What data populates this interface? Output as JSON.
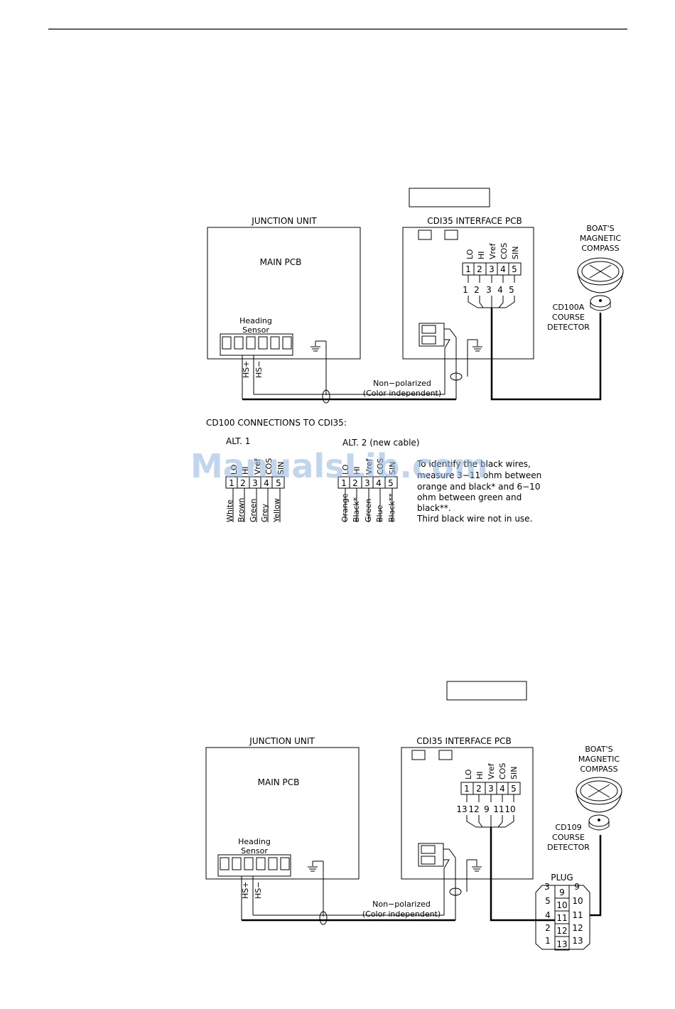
{
  "diagram1": {
    "junction_title": "JUNCTION UNIT",
    "main_pcb": "MAIN PCB",
    "heading": "Heading",
    "sensor": "Sensor",
    "hs_plus": "HS+",
    "hs_minus": "HS−",
    "cdi_title": "CDI35  INTERFACE  PCB",
    "pins": [
      "LO",
      "HI",
      "Vref",
      "COS",
      "SIN"
    ],
    "pin_numbers": [
      "1",
      "2",
      "3",
      "4",
      "5"
    ],
    "wire_numbers": [
      "1",
      "2",
      "3",
      "4",
      "5"
    ],
    "compass_label": [
      "BOAT'S",
      "MAGNETIC",
      "COMPASS"
    ],
    "detector_label": [
      "CD100A",
      "COURSE",
      "DETECTOR"
    ],
    "nonpol_1": "Non−polarized",
    "nonpol_2": "(Color independent)"
  },
  "connections": {
    "title": "CD100  CONNECTIONS  TO  CDI35:",
    "alt1_title": "ALT.  1",
    "alt2_title": "ALT.  2  (new  cable)",
    "pins": [
      "LO",
      "HI",
      "Vref",
      "COS",
      "SIN"
    ],
    "numbers": [
      "1",
      "2",
      "3",
      "4",
      "5"
    ],
    "alt1_colors": [
      "White",
      "Brown",
      "Green",
      "Grey",
      "Yellow"
    ],
    "alt2_colors": [
      "Orange",
      "Black*",
      "Green",
      "Blue",
      "Black**"
    ],
    "note": [
      "To identify the black wires,",
      "measure 3−11 ohm between",
      "orange and black* and 6−10",
      "ohm between green and",
      "black**.",
      "Third black wire not in use."
    ]
  },
  "diagram2": {
    "junction_title": "JUNCTION UNIT",
    "main_pcb": "MAIN PCB",
    "heading": "Heading",
    "sensor": "Sensor",
    "hs_plus": "HS+",
    "hs_minus": "HS−",
    "cdi_title": "CDI35  INTERFACE  PCB",
    "pins": [
      "LO",
      "HI",
      "Vref",
      "COS",
      "SIN"
    ],
    "pin_numbers": [
      "1",
      "2",
      "3",
      "4",
      "5"
    ],
    "wire_numbers": [
      "13",
      "12",
      "9",
      "11",
      "10"
    ],
    "compass_label": [
      "BOAT'S",
      "MAGNETIC",
      "COMPASS"
    ],
    "detector_label": [
      "CD109",
      "COURSE",
      "DETECTOR"
    ],
    "nonpol_1": "Non−polarized",
    "nonpol_2": "(Color independent)",
    "plug_title": "PLUG",
    "plug_left": [
      "3",
      "5",
      "4",
      "2",
      "1"
    ],
    "plug_mid": [
      "9",
      "10",
      "11",
      "12",
      "13"
    ],
    "plug_right": [
      "9",
      "10",
      "11",
      "12",
      "13"
    ]
  },
  "watermark": "ManualsLib.com"
}
